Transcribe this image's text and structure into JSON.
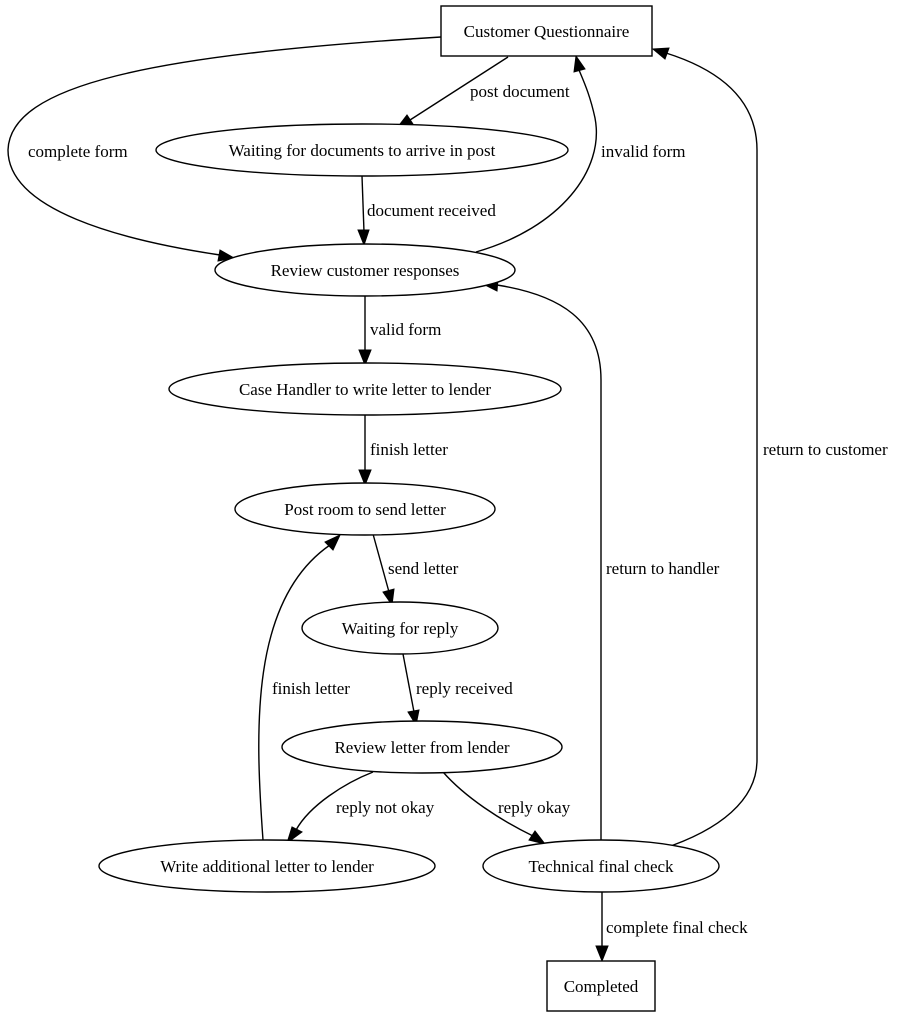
{
  "nodes": {
    "customer_questionnaire": "Customer Questionnaire",
    "waiting_documents": "Waiting for documents to arrive in post",
    "review_responses": "Review customer responses",
    "case_handler": "Case Handler to write letter to lender",
    "post_room": "Post room to send letter",
    "waiting_reply": "Waiting for reply",
    "review_letter": "Review letter from lender",
    "write_additional": "Write additional letter to lender",
    "technical_check": "Technical final check",
    "completed": "Completed"
  },
  "edges": {
    "post_document": "post document",
    "complete_form": "complete form",
    "document_received": "document received",
    "invalid_form": "invalid form",
    "valid_form": "valid form",
    "finish_letter_main": "finish letter",
    "send_letter": "send letter",
    "reply_received": "reply received",
    "reply_not_okay": "reply not okay",
    "reply_okay": "reply okay",
    "finish_letter_additional": "finish letter",
    "return_to_handler": "return to handler",
    "return_to_customer": "return to customer",
    "complete_final_check": "complete final check"
  }
}
